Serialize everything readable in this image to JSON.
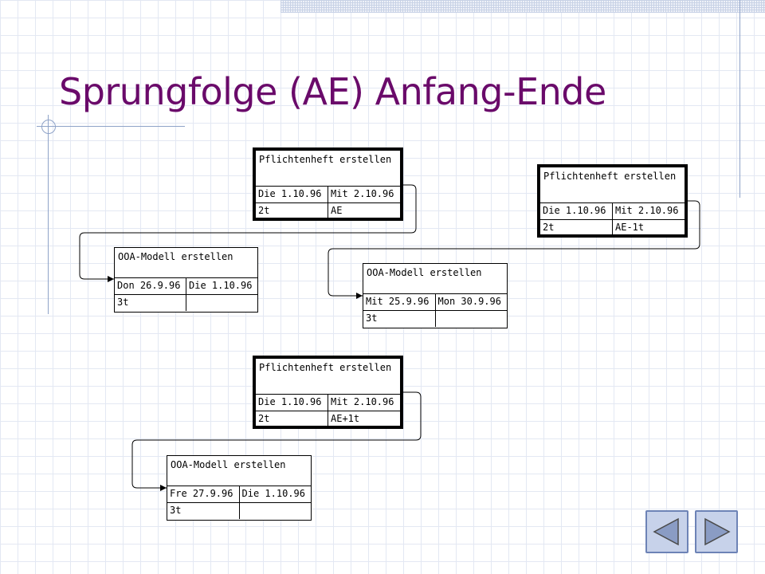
{
  "slide": {
    "title": "Sprungfolge (AE) Anfang-Ende"
  },
  "diagram": {
    "scenarios": [
      {
        "predecessor": {
          "name": "Pflichtenheft erstellen",
          "start": "Die 1.10.96",
          "end": "Mit 2.10.96",
          "duration": "2t",
          "relation": "AE"
        },
        "successor": {
          "name": "OOA-Modell erstellen",
          "start": "Don 26.9.96",
          "end": "Die 1.10.96",
          "duration": "3t",
          "extra": ""
        }
      },
      {
        "predecessor": {
          "name": "Pflichtenheft erstellen",
          "start": "Die 1.10.96",
          "end": "Mit 2.10.96",
          "duration": "2t",
          "relation": "AE-1t"
        },
        "successor": {
          "name": "OOA-Modell erstellen",
          "start": "Mit 25.9.96",
          "end": "Mon 30.9.96",
          "duration": "3t",
          "extra": ""
        }
      },
      {
        "predecessor": {
          "name": "Pflichtenheft erstellen",
          "start": "Die 1.10.96",
          "end": "Mit 2.10.96",
          "duration": "2t",
          "relation": "AE+1t"
        },
        "successor": {
          "name": "OOA-Modell erstellen",
          "start": "Fre 27.9.96",
          "end": "Die 1.10.96",
          "duration": "3t",
          "extra": ""
        }
      }
    ]
  },
  "navigation": {
    "prev_icon": "triangle-left-icon",
    "next_icon": "triangle-right-icon"
  },
  "colors": {
    "title": "#6a0a6a",
    "accent_line": "#8fa3c8",
    "button_fill": "#c7d2ea",
    "button_border": "#6d83b6",
    "button_icon": "#8a9cc4"
  }
}
